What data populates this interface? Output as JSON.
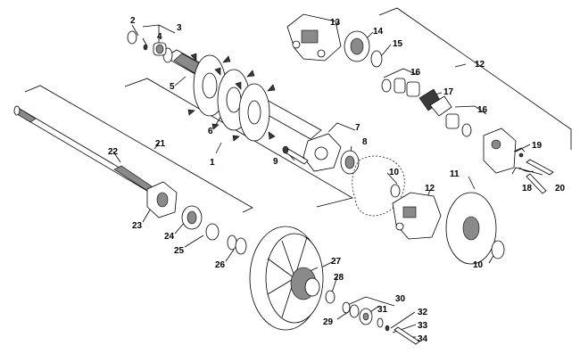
{
  "callouts": [
    "1",
    "2",
    "3",
    "4",
    "5",
    "6",
    "7",
    "8",
    "9",
    "10",
    "10",
    "11",
    "12",
    "12",
    "13",
    "14",
    "15",
    "16",
    "16",
    "17",
    "18",
    "19",
    "20",
    "21",
    "22",
    "23",
    "24",
    "25",
    "26",
    "27",
    "28",
    "29",
    "30",
    "31",
    "32",
    "33",
    "34"
  ]
}
